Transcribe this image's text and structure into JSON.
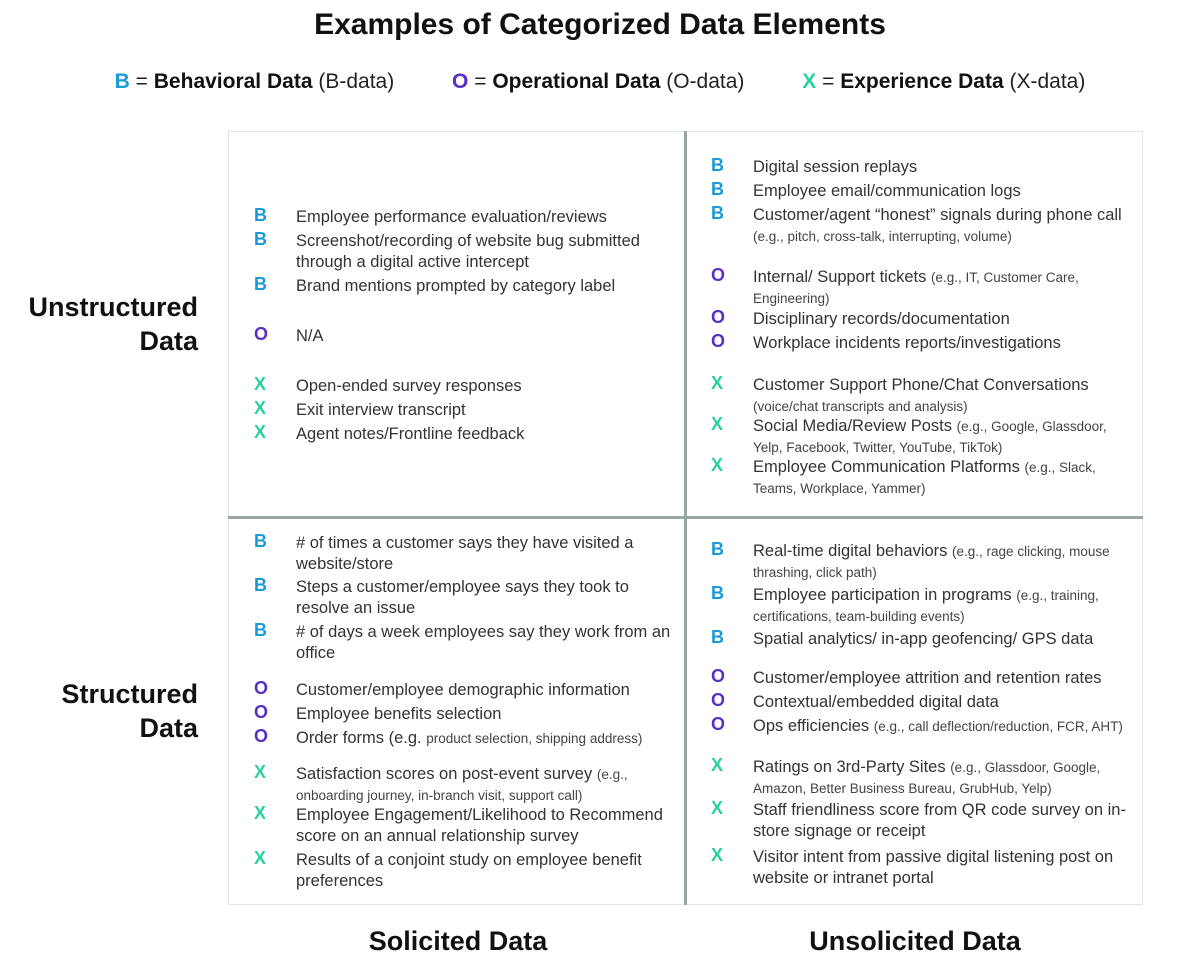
{
  "title": "Examples of Categorized Data Elements",
  "colors": {
    "B": "#1a9bd7",
    "O": "#5a2fc9",
    "X": "#2ad1a0"
  },
  "legend": [
    {
      "letter": "B",
      "equals": "=",
      "name": "Behavioral Data",
      "abbr": "(B-data)"
    },
    {
      "letter": "O",
      "equals": "=",
      "name": "Operational Data",
      "abbr": "(O-data)"
    },
    {
      "letter": "X",
      "equals": "=",
      "name": "Experience Data",
      "abbr": "(X-data)"
    }
  ],
  "rows": {
    "unstructured": [
      "Unstructured",
      "Data"
    ],
    "structured": [
      "Structured",
      "Data"
    ]
  },
  "columns": {
    "solicited": "Solicited Data",
    "unsolicited": "Unsolicited Data"
  },
  "quadrants": {
    "unstructured_solicited": [
      {
        "letter": "B",
        "text": "Employee performance evaluation/reviews",
        "note": ""
      },
      {
        "letter": "B",
        "text": "Screenshot/recording of website bug submitted through a digital active intercept",
        "note": ""
      },
      {
        "letter": "B",
        "text": "Brand mentions prompted by category label",
        "note": ""
      },
      {
        "letter": "O",
        "text": "N/A",
        "note": ""
      },
      {
        "letter": "X",
        "text": "Open-ended survey responses",
        "note": ""
      },
      {
        "letter": "X",
        "text": "Exit interview transcript",
        "note": ""
      },
      {
        "letter": "X",
        "text": "Agent notes/Frontline feedback",
        "note": ""
      }
    ],
    "unstructured_unsolicited": [
      {
        "letter": "B",
        "text": "Digital session replays",
        "note": ""
      },
      {
        "letter": "B",
        "text": "Employee email/communication logs",
        "note": ""
      },
      {
        "letter": "B",
        "text": "Customer/agent “honest” signals during phone call",
        "note": "(e.g., pitch, cross-talk, interrupting, volume)"
      },
      {
        "letter": "O",
        "text": "Internal/ Support tickets",
        "note": "(e.g., IT, Customer Care, Engineering)"
      },
      {
        "letter": "O",
        "text": "Disciplinary records/documentation",
        "note": ""
      },
      {
        "letter": "O",
        "text": "Workplace incidents reports/investigations",
        "note": ""
      },
      {
        "letter": "X",
        "text": "Customer Support Phone/Chat Conversations",
        "note": "(voice/chat transcripts and analysis)"
      },
      {
        "letter": "X",
        "text": "Social Media/Review Posts",
        "note": "(e.g., Google, Glassdoor, Yelp, Facebook, Twitter, YouTube, TikTok)"
      },
      {
        "letter": "X",
        "text": "Employee Communication Platforms",
        "note": "(e.g., Slack, Teams, Workplace, Yammer)"
      }
    ],
    "structured_solicited": [
      {
        "letter": "B",
        "text": "# of times a customer says they have visited a website/store",
        "note": ""
      },
      {
        "letter": "B",
        "text": "Steps a customer/employee says they took to resolve an issue",
        "note": ""
      },
      {
        "letter": "B",
        "text": "# of days a week employees say they work from an office",
        "note": ""
      },
      {
        "letter": "O",
        "text": "Customer/employee demographic information",
        "note": ""
      },
      {
        "letter": "O",
        "text": "Employee benefits selection",
        "note": ""
      },
      {
        "letter": "O",
        "text": "Order forms (e.g.",
        "note": "product selection, shipping address)"
      },
      {
        "letter": "X",
        "text": "Satisfaction scores on post-event survey",
        "note": "(e.g., onboarding journey, in-branch visit, support call)"
      },
      {
        "letter": "X",
        "text": "Employee Engagement/Likelihood to Recommend score on an annual relationship survey",
        "note": ""
      },
      {
        "letter": "X",
        "text": "Results of a conjoint study on employee benefit preferences",
        "note": ""
      }
    ],
    "structured_unsolicited": [
      {
        "letter": "B",
        "text": "Real-time digital behaviors",
        "note": "(e.g., rage clicking, mouse thrashing, click path)"
      },
      {
        "letter": "B",
        "text": "Employee participation in programs",
        "note": "(e.g., training, certifications, team-building events)"
      },
      {
        "letter": "B",
        "text": "Spatial analytics/ in-app geofencing/ GPS data",
        "note": ""
      },
      {
        "letter": "O",
        "text": "Customer/employee attrition and retention rates",
        "note": ""
      },
      {
        "letter": "O",
        "text": "Contextual/embedded digital data",
        "note": ""
      },
      {
        "letter": "O",
        "text": "Ops efficiencies",
        "note": "(e.g., call deflection/reduction, FCR, AHT)"
      },
      {
        "letter": "X",
        "text": "Ratings on 3rd-Party Sites",
        "note": "(e.g., Glassdoor, Google, Amazon, Better Business Bureau, GrubHub, Yelp)"
      },
      {
        "letter": "X",
        "text": "Staff friendliness score from QR code survey on in-store signage or receipt",
        "note": ""
      },
      {
        "letter": "X",
        "text": "Visitor intent from passive digital listening post on website or intranet portal",
        "note": ""
      }
    ]
  }
}
